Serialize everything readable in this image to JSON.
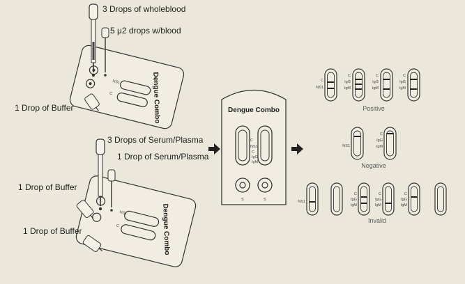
{
  "labels": {
    "whole_blood": "3 Drops of wholeblood",
    "micro_blood": "5 μ2 drops w/blood",
    "buffer_top": "1 Drop of Buffer",
    "serum_3": "3 Drops of Serum/Plasma",
    "serum_1": "1 Drop of Serum/Plasma",
    "buffer_mid": "1 Drop of Buffer",
    "buffer_bottom": "1 Drop of Buffer"
  },
  "device": {
    "title": "Dengue Combo",
    "ns1_c": "C",
    "ns1_t": "NS1",
    "ab_c": "C",
    "ab_g": "IgG",
    "ab_m": "IgM",
    "well_1": "S",
    "well_2": "S"
  },
  "results": {
    "positive": "Positive",
    "negative": "Negative",
    "invalid": "Invalid",
    "strip_c": "C",
    "strip_ns1": "NS1",
    "strip_g": "IgG",
    "strip_m": "IgM"
  },
  "colors": {
    "background": "#ece7db",
    "ink": "#333333"
  }
}
